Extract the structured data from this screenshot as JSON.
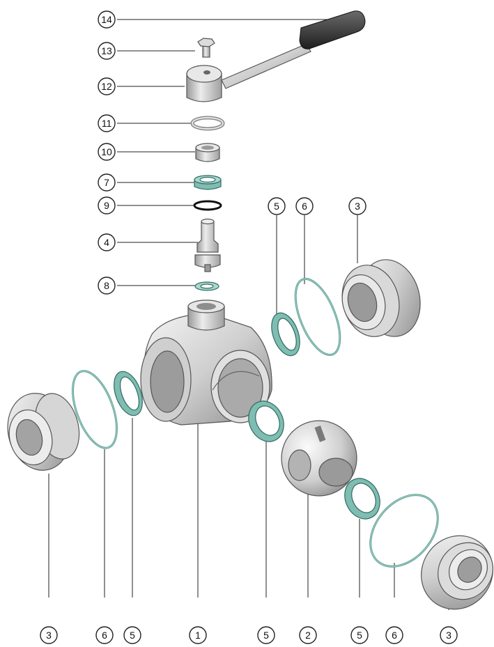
{
  "diagram": {
    "labels": {
      "c14": "14",
      "c13": "13",
      "c12": "12",
      "c11": "11",
      "c10": "10",
      "c7": "7",
      "c9": "9",
      "c4": "4",
      "c8": "8",
      "c5_top": "5",
      "c6_top": "6",
      "c3_top": "3",
      "b3_left": "3",
      "b6_left": "6",
      "b5_left": "5",
      "b1": "1",
      "b5_mid": "5",
      "b2": "2",
      "b5_right": "5",
      "b6_right": "6",
      "b3_right": "3"
    },
    "colors": {
      "metal_light": "#e4e4e4",
      "metal_mid": "#bdbdbd",
      "metal_dark": "#8a8a8a",
      "seal": "#8fc7bd",
      "seal_dark": "#5e9e93",
      "handle_grip": "#3a3a3a",
      "oring": "#111111"
    }
  }
}
